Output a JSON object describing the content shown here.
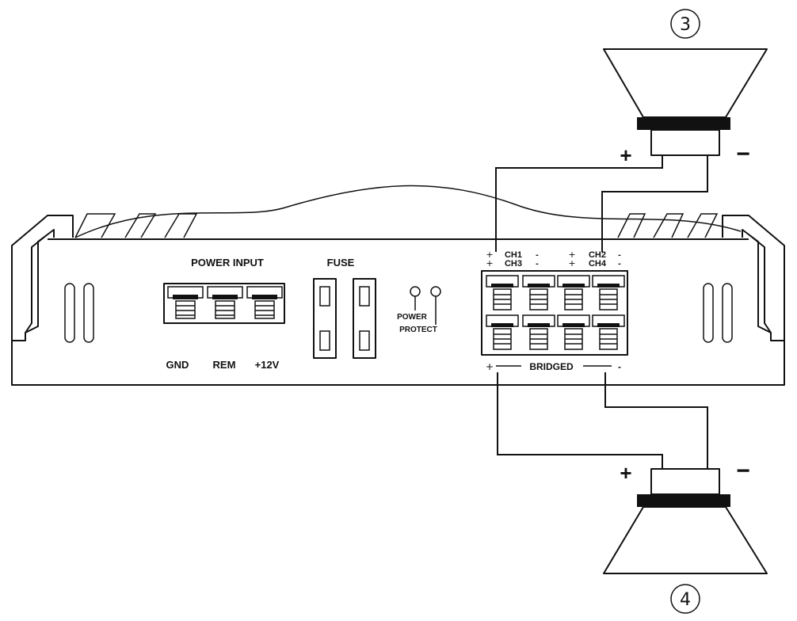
{
  "amplifier": {
    "power_input_label": "POWER INPUT",
    "fuse_label": "FUSE",
    "terminal_labels": [
      "GND",
      "REM",
      "+12V"
    ],
    "indicator_labels": {
      "power": "POWER",
      "protect": "PROTECT"
    },
    "speaker_terminals": {
      "ch1": "CH1",
      "ch3": "CH3",
      "ch2": "CH2",
      "ch4": "CH4",
      "plus": "+",
      "minus": "-"
    },
    "bridged": {
      "label": "BRIDGED",
      "plus": "+",
      "minus": "-"
    }
  },
  "speakers": [
    {
      "number": "3",
      "plus": "+",
      "minus": "−"
    },
    {
      "number": "4",
      "plus": "+",
      "minus": "−"
    }
  ]
}
